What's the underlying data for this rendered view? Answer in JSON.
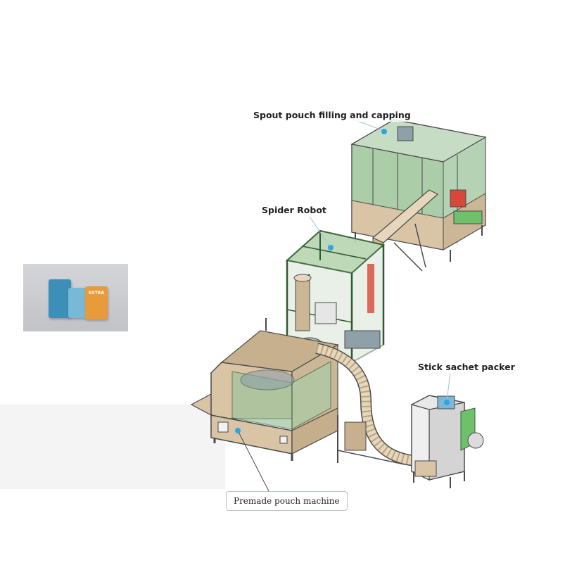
{
  "labels": {
    "spout": "Spout pouch filling and capping",
    "spider": "Spider Robot",
    "stick": "Stick sachet packer",
    "premade": "Premade pouch machine"
  },
  "photo": {
    "pouch_colors": [
      "#3d8fb8",
      "#79b9d8",
      "#e99a3a"
    ],
    "pouch_texts": [
      "",
      "",
      "EXTRA"
    ]
  },
  "colors": {
    "frame": "#4a4a4a",
    "glass": "#9ec49c",
    "beige": "#d9c4a6",
    "steel": "#bfc3c4",
    "callout_dot": "#2aa6e0"
  }
}
